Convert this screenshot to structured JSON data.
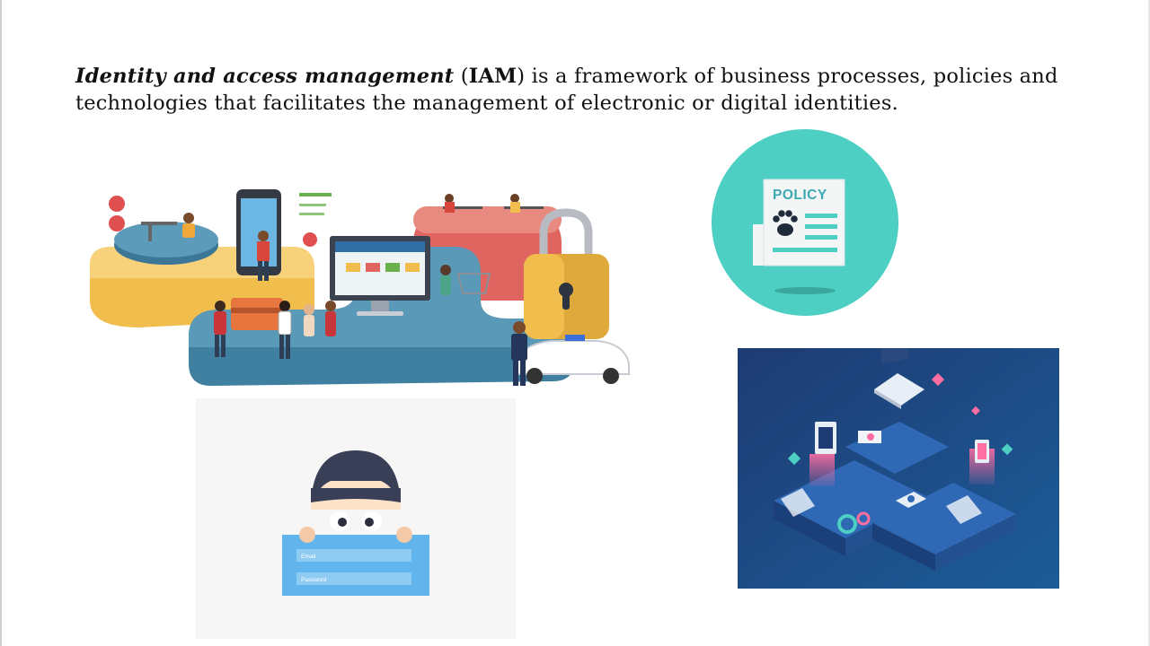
{
  "slide": {
    "definition": {
      "term": "Identity and access management",
      "open_paren": " (",
      "abbr": "IAM",
      "rest": ") is a framework of business processes, policies and technologies that facilitates the management of electronic or digital identities."
    }
  },
  "illustrations": {
    "ecosystem": {
      "icon": "identity-ecosystem-illustration"
    },
    "policy": {
      "icon": "policy-document-icon",
      "label": "POLICY"
    },
    "login": {
      "icon": "masked-user-login-illustration",
      "email_label": "Email",
      "password_label": "Password"
    },
    "isometric": {
      "icon": "isometric-tech-platform-illustration"
    }
  },
  "colors": {
    "teal": "#4ecfc4",
    "blue_dark": "#1c4f86",
    "yellow": "#f1bd4c",
    "platform_blue": "#3f7fa0",
    "coral": "#e0645f",
    "login_blue": "#62b4ec"
  }
}
